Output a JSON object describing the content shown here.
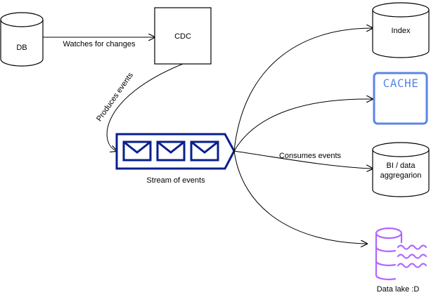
{
  "nodes": {
    "db": {
      "label": "DB"
    },
    "cdc": {
      "label": "CDC"
    },
    "stream": {
      "label": "Stream of events"
    },
    "index": {
      "label": "Index"
    },
    "cache": {
      "label": "CACHE"
    },
    "bi": {
      "line1": "BI /  data",
      "line2": "aggregarion"
    },
    "data_lake": {
      "label": "Data lake :D"
    }
  },
  "edges": {
    "db_to_cdc": {
      "label": "Watches for changes"
    },
    "cdc_to_stream": {
      "label": "Produces events"
    },
    "stream_to_consumers": {
      "label": "Consumes events"
    }
  },
  "icons": {
    "envelope_count": 3,
    "stream_color": "#0a1f8f",
    "cache_color": "#5b86e5",
    "data_lake_color": "#b266ff"
  }
}
